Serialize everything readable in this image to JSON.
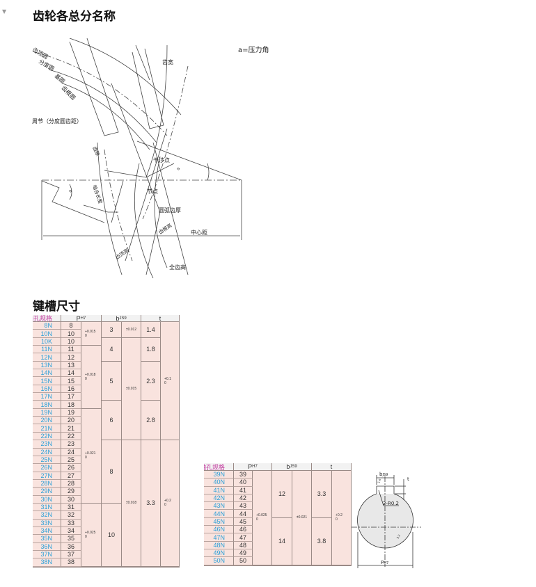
{
  "title1": "齿轮各总分名称",
  "title2": "键槽尺寸",
  "gear_labels": {
    "pressure_angle": "a=压力角",
    "addendum_circle": "齿顶圆",
    "pitch_circle": "分度圆",
    "base_circle": "基圆",
    "root_circle": "齿根圆",
    "face_width": "齿宽",
    "circular_pitch": "周节（分度圆齿距）",
    "backlash": "齿隙",
    "interference_point": "干涉点",
    "contact_length": "啮合长度",
    "pitch_point": "节点",
    "circular_thickness": "圆弧齿厚",
    "dedendum": "齿根高",
    "addendum": "齿顶高",
    "whole_depth": "全齿高",
    "center_distance": "中心距",
    "angle_a": "a"
  },
  "headers": {
    "spec": "轴孔规格",
    "p": "P",
    "p_sub": "H7",
    "b": "b",
    "b_sub": "JS9",
    "t": "t"
  },
  "table1": {
    "spec": [
      "8N",
      "10N",
      "10K",
      "11N",
      "12N",
      "13N",
      "14N",
      "15N",
      "16N",
      "17N",
      "18N",
      "19N",
      "20N",
      "21N",
      "22N",
      "23N",
      "24N",
      "25N",
      "26N",
      "27N",
      "28N",
      "29N",
      "30N",
      "31N",
      "32N",
      "33N",
      "34N",
      "35N",
      "36N",
      "37N",
      "38N"
    ],
    "p": [
      "8",
      "10",
      "10",
      "11",
      "12",
      "13",
      "14",
      "15",
      "16",
      "17",
      "18",
      "19",
      "20",
      "21",
      "22",
      "23",
      "24",
      "25",
      "26",
      "27",
      "28",
      "29",
      "30",
      "31",
      "32",
      "33",
      "34",
      "35",
      "36",
      "37",
      "38"
    ],
    "p_tol": [
      {
        "up": "+0.015",
        "lo": "0",
        "span": 3
      },
      {
        "up": "+0.018",
        "lo": "0",
        "span": 8
      },
      {
        "up": "+0.021",
        "lo": "0",
        "span": 12
      },
      {
        "up": "+0.025",
        "lo": "0",
        "span": 8
      }
    ],
    "b": [
      {
        "v": "3",
        "span": 2
      },
      {
        "v": "4",
        "span": 3
      },
      {
        "v": "5",
        "span": 5
      },
      {
        "v": "6",
        "span": 5
      },
      {
        "v": "8",
        "span": 8
      },
      {
        "v": "10",
        "span": 8
      }
    ],
    "b_tol": [
      {
        "v": "±0.012",
        "span": 2
      },
      {
        "v": "±0.015",
        "span": 13
      },
      {
        "v": "±0.018",
        "span": 16
      }
    ],
    "t": [
      {
        "v": "1.4",
        "span": 2
      },
      {
        "v": "1.8",
        "span": 3
      },
      {
        "v": "2.3",
        "span": 5
      },
      {
        "v": "2.8",
        "span": 5
      },
      {
        "v": "3.3",
        "span": 16
      }
    ],
    "t_tol": [
      {
        "up": "+0.1",
        "lo": "0",
        "span": 15
      },
      {
        "up": "+0.2",
        "lo": "0",
        "span": 16
      }
    ]
  },
  "table2": {
    "spec": [
      "39N",
      "40N",
      "41N",
      "42N",
      "43N",
      "44N",
      "45N",
      "46N",
      "47N",
      "48N",
      "49N",
      "50N"
    ],
    "p": [
      "39",
      "40",
      "41",
      "42",
      "43",
      "44",
      "45",
      "46",
      "47",
      "48",
      "49",
      "50"
    ],
    "p_tol": [
      {
        "up": "+0.025",
        "lo": "0",
        "span": 12
      }
    ],
    "b": [
      {
        "v": "12",
        "span": 6
      },
      {
        "v": "14",
        "span": 6
      }
    ],
    "b_tol": [
      {
        "v": "±0.021",
        "span": 12
      }
    ],
    "t": [
      {
        "v": "3.3",
        "span": 6
      },
      {
        "v": "3.8",
        "span": 6
      }
    ],
    "t_tol": [
      {
        "up": "+0.2",
        "lo": "0",
        "span": 12
      }
    ]
  },
  "shaft_labels": {
    "b": "b",
    "b_sub": "JS9",
    "t": "t",
    "radius": "2-R0.2",
    "p": "P",
    "p_sub": "H7",
    "r1": "1.6",
    "r2": "3.2"
  }
}
